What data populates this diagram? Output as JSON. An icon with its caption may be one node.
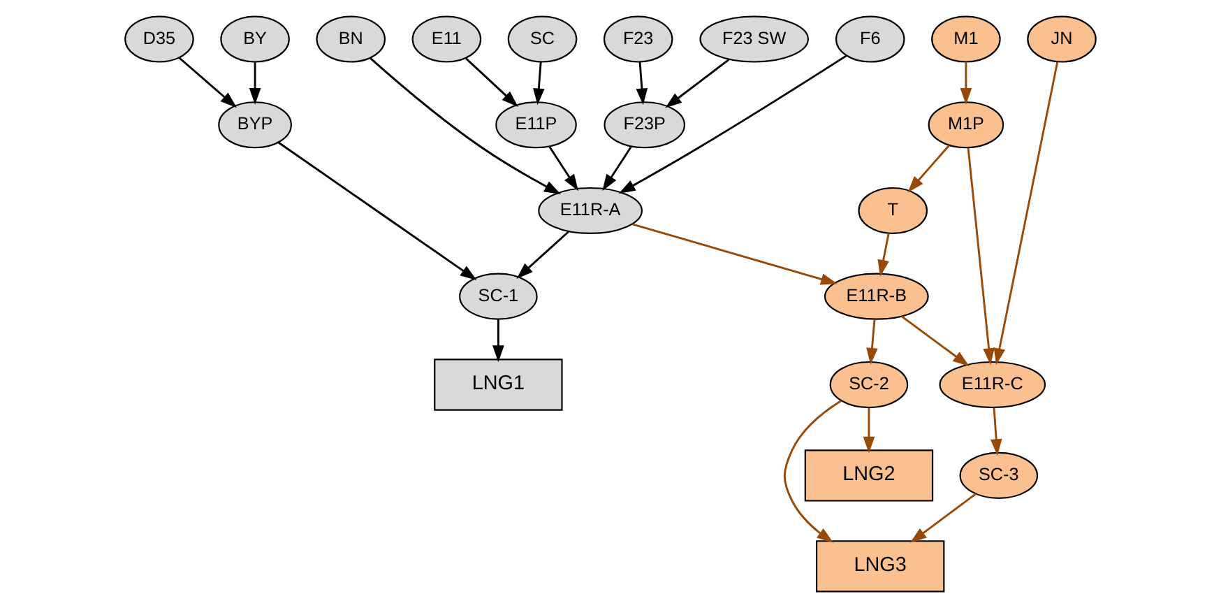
{
  "diagram": {
    "nodes": [
      {
        "text": [
          "D35"
        ]
      },
      {
        "text": [
          "BY"
        ]
      },
      {
        "text": [
          "SC"
        ]
      },
      {
        "text": [
          "E11"
        ]
      },
      {
        "text": [
          "F6"
        ]
      },
      {
        "text": [
          "F23 SW"
        ]
      },
      {
        "text": [
          "F23"
        ]
      },
      {
        "text": [
          "BN"
        ]
      },
      {
        "text": [
          "M1"
        ]
      },
      {
        "text": [
          "JN"
        ]
      },
      {
        "text": [
          "BYP"
        ]
      },
      {
        "text": [
          "E11P"
        ]
      },
      {
        "text": [
          "F23P"
        ]
      },
      {
        "text": [
          "M1P"
        ]
      },
      {
        "text": [
          "T"
        ]
      },
      {
        "text": [
          "E11R-A"
        ]
      },
      {
        "text": [
          "E11R-B"
        ]
      },
      {
        "text": [
          "E11R-C"
        ]
      },
      {
        "text": [
          "SC-1"
        ]
      },
      {
        "text": [
          "SC-2"
        ]
      },
      {
        "text": [
          "SC-3"
        ]
      },
      {
        "text": [
          "LNG1"
        ]
      },
      {
        "text": [
          "LNG2"
        ]
      },
      {
        "text": [
          "LNG3"
        ]
      }
    ],
    "edges": [
      {
        "from": 0,
        "to": 10,
        "arrow": "to"
      },
      {
        "from": 1,
        "to": 10,
        "arrow": "to"
      },
      {
        "from": 2,
        "to": 11,
        "arrow": "to"
      },
      {
        "from": 3,
        "to": 11,
        "arrow": "to"
      },
      {
        "from": 5,
        "to": 12,
        "arrow": "to"
      },
      {
        "from": 6,
        "to": 12,
        "arrow": "to"
      },
      {
        "from": 8,
        "to": 13,
        "arrow": "to",
        "color": "#984807"
      },
      {
        "from": 13,
        "to": 14,
        "arrow": "to",
        "color": "#984807"
      },
      {
        "from": 13,
        "to": 17,
        "arrow": "to",
        "color": "#984807"
      },
      {
        "from": 9,
        "to": 17,
        "arrow": "to",
        "color": "#984807"
      },
      {
        "from": 10,
        "to": 18,
        "arrow": "to"
      },
      {
        "from": 11,
        "to": 15,
        "arrow": "to"
      },
      {
        "from": 4,
        "to": 15,
        "arrow": "to"
      },
      {
        "from": 12,
        "to": 15,
        "arrow": "to"
      },
      {
        "from": 7,
        "to": 15,
        "arrow": "to"
      },
      {
        "from": 14,
        "to": 16,
        "arrow": "to",
        "color": "#984807"
      },
      {
        "from": 15,
        "to": 16,
        "arrow": "to",
        "color": "#984807"
      },
      {
        "from": 16,
        "to": 17,
        "arrow": "to",
        "color": "#984807"
      },
      {
        "from": 15,
        "to": 18,
        "arrow": "to"
      },
      {
        "from": 16,
        "to": 19,
        "arrow": "to",
        "color": "#984807"
      },
      {
        "from": 17,
        "to": 20,
        "arrow": "to",
        "color": "#984807"
      },
      {
        "from": 18,
        "to": 21,
        "arrow": "to"
      },
      {
        "from": 19,
        "to": 22,
        "arrow": "to",
        "color": "#984807"
      },
      {
        "from": 19,
        "to": 23,
        "arrow": "to",
        "color": "#984807"
      },
      {
        "from": 20,
        "to": 23,
        "arrow": "to",
        "color": "#984807"
      }
    ]
  }
}
